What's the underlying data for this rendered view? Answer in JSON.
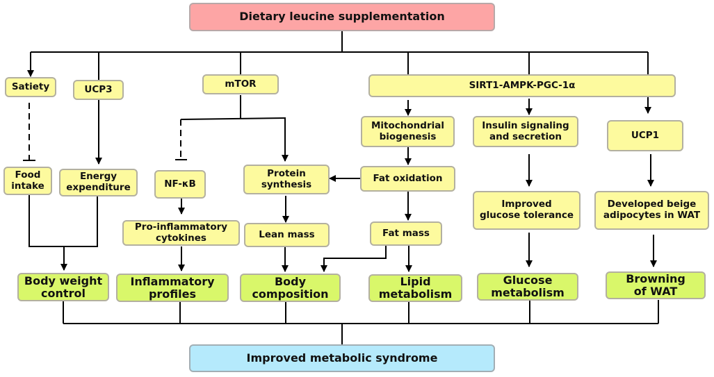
{
  "diagram": {
    "colors": {
      "source": "#fda5a5",
      "mediator": "#fdfa9e",
      "outcome": "#d9f76a",
      "result": "#b5eafc",
      "line": "#000000"
    },
    "source": "Dietary leucine supplementation",
    "result": "Improved metabolic syndrome",
    "mediators": {
      "satiety": "Satiety",
      "ucp3": "UCP3",
      "mtor": "mTOR",
      "sirt1": "SIRT1-AMPK-PGC-1α",
      "food_intake": "Food\nintake",
      "energy_expenditure": "Energy\nexpenditure",
      "nfkb": "NF-κB",
      "protein_synthesis": "Protein\nsynthesis",
      "pro_inflammatory": "Pro-inflammatory\ncytokines",
      "lean_mass": "Lean mass",
      "mito_biogenesis": "Mitochondrial\nbiogenesis",
      "fat_oxidation": "Fat oxidation",
      "fat_mass": "Fat mass",
      "insulin_signaling": "Insulin signaling\nand secretion",
      "glucose_tolerance": "Improved\nglucose tolerance",
      "ucp1": "UCP1",
      "beige_adipocytes": "Developed beige\nadipocytes in WAT"
    },
    "outcomes": {
      "body_weight": "Body weight\ncontrol",
      "inflammatory": "Inflammatory\nprofiles",
      "body_composition": "Body\ncomposition",
      "lipid": "Lipid\nmetabolism",
      "glucose": "Glucose\nmetabolism",
      "browning": "Browning\nof WAT"
    },
    "relations": [
      {
        "from": "source",
        "to": "satiety",
        "type": "activates"
      },
      {
        "from": "source",
        "to": "ucp3",
        "type": "activates"
      },
      {
        "from": "source",
        "to": "mtor",
        "type": "activates"
      },
      {
        "from": "source",
        "to": "sirt1",
        "type": "activates"
      },
      {
        "from": "satiety",
        "to": "food_intake",
        "type": "inhibits"
      },
      {
        "from": "ucp3",
        "to": "energy_expenditure",
        "type": "activates"
      },
      {
        "from": "mtor",
        "to": "nfkb",
        "type": "inhibits"
      },
      {
        "from": "mtor",
        "to": "protein_synthesis",
        "type": "activates"
      },
      {
        "from": "nfkb",
        "to": "pro_inflammatory",
        "type": "activates"
      },
      {
        "from": "protein_synthesis",
        "to": "lean_mass",
        "type": "activates"
      },
      {
        "from": "sirt1",
        "to": "mito_biogenesis",
        "type": "activates"
      },
      {
        "from": "sirt1",
        "to": "insulin_signaling",
        "type": "activates"
      },
      {
        "from": "sirt1",
        "to": "ucp1",
        "type": "activates"
      },
      {
        "from": "mito_biogenesis",
        "to": "fat_oxidation",
        "type": "activates"
      },
      {
        "from": "fat_oxidation",
        "to": "protein_synthesis",
        "type": "activates"
      },
      {
        "from": "fat_oxidation",
        "to": "fat_mass",
        "type": "activates"
      },
      {
        "from": "insulin_signaling",
        "to": "glucose_tolerance",
        "type": "activates"
      },
      {
        "from": "ucp1",
        "to": "beige_adipocytes",
        "type": "activates"
      },
      {
        "from": "food_intake",
        "to": "body_weight",
        "type": "activates"
      },
      {
        "from": "energy_expenditure",
        "to": "body_weight",
        "type": "activates"
      },
      {
        "from": "pro_inflammatory",
        "to": "inflammatory",
        "type": "activates"
      },
      {
        "from": "lean_mass",
        "to": "body_composition",
        "type": "activates"
      },
      {
        "from": "fat_mass",
        "to": "body_composition",
        "type": "activates"
      },
      {
        "from": "fat_mass",
        "to": "lipid",
        "type": "activates"
      },
      {
        "from": "glucose_tolerance",
        "to": "glucose",
        "type": "activates"
      },
      {
        "from": "beige_adipocytes",
        "to": "browning",
        "type": "activates"
      },
      {
        "from": "outcomes",
        "to": "result",
        "type": "combines"
      }
    ]
  }
}
